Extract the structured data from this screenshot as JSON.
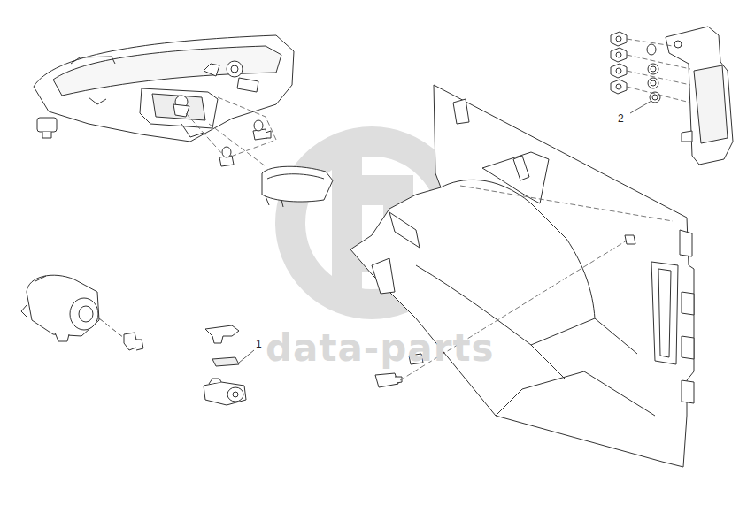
{
  "diagram": {
    "labels": [
      "1",
      "2",
      "data-parts"
    ]
  }
}
